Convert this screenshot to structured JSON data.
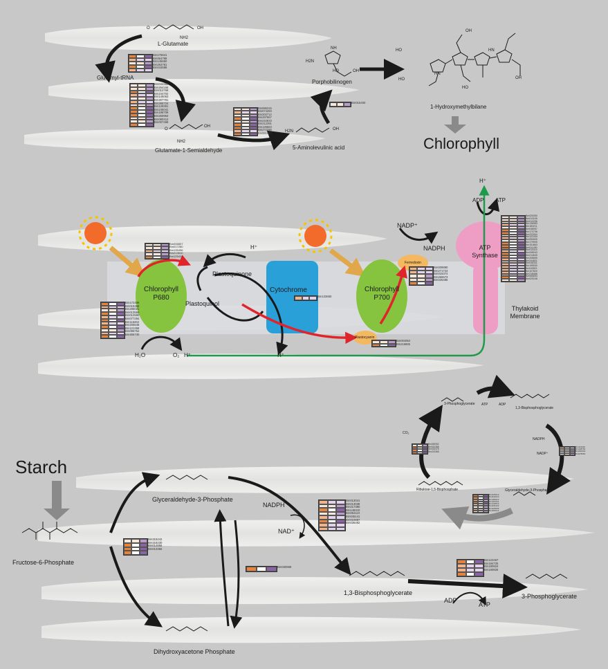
{
  "colors": {
    "background": "#c8c8c8",
    "leaf": "#e8e8e6",
    "membrane": "#d9dadf",
    "psii": "#86c440",
    "psi": "#86c440",
    "cytochrome": "#2aa0d9",
    "atp_synthase": "#ee9ec5",
    "sun": "#f26b2a",
    "sun_rays": "#f5c400",
    "light_arrow": "#e0a84a",
    "electron_path": "#e0242c",
    "proton_path": "#1f9a4a",
    "carrier": "#f4b860",
    "heat_high": "#e8833c",
    "heat_low": "#8c64a6"
  },
  "chlorophyll_pathway": {
    "l_glutamate": "L-Glutamate",
    "glutamyl_trna": "Glutamyl-tRNA",
    "glutamate_semialdehyde": "Glutamate-1-Semialdehyde",
    "aminolevulinic_acid": "5-Aminolevulinic acid",
    "porphobilinogen": "Porphobilinogen",
    "hydroxymethylbilane": "1-Hydroxymethylbilane",
    "product": "Chlorophyll",
    "nh2": "NH2",
    "oh": "OH",
    "o": "O",
    "ho": "HO",
    "h2n": "H2N",
    "nh": "NH",
    "hn": "HN"
  },
  "light_reactions": {
    "psii_label": "Chlorophyll\nP680",
    "psi_label": "Chlorophyll\nP700",
    "plastoquinone": "Plastoquinone",
    "plastoquinol": "Plastoquinol",
    "cytochrome": "Cytochrome",
    "ferredoxin": "Ferredoxin",
    "plastocyanin": "Plastocyanin",
    "nadp_plus": "NADP⁺",
    "nadph": "NADPH",
    "atp_synthase": "ATP\nSynthase",
    "adp": "ADP",
    "atp": "ATP",
    "h_plus": "H⁺",
    "h2o": "H₂O",
    "o2": "O₂",
    "thylakoid_membrane": "Thylakoid\nMembrane"
  },
  "calvin_cycle": {
    "three_pg": "3-Phosphoglycerate",
    "bpg": "1,3-Bisphosphoglycerate",
    "nadph": "NADPH",
    "nadp": "NADP⁺",
    "gap": "Glyceraldehyde-3-Phosphate",
    "rubp": "Ribulose-1,5-Bisphosphate",
    "co2": "CO₂",
    "atp": "ATP",
    "adp": "ADP"
  },
  "glycolysis": {
    "starch": "Starch",
    "f6p": "Fructose-6-Phosphate",
    "gap": "Glyceraldehyde-3-Phosphate",
    "dhap": "Dihydroxyacetone Phosphate",
    "bpg": "1,3-Bisphosphoglycerate",
    "three_pg": "3-Phosphoglycerate",
    "nadph": "NADPH",
    "nad": "NAD⁺",
    "adp": "ADP",
    "atp": "ATP"
  },
  "gene_groups": {
    "glutamate_trna": [
      "Bm175641",
      "Bm064788",
      "Bm145650",
      "Bm263781",
      "Bm043688"
    ],
    "trna_semialdehyde": [
      "Bm044368",
      "Bm264166",
      "Bm012768",
      "Bm244702",
      "Bm145063",
      "Bm307781",
      "Bm265724",
      "Bm129391",
      "Bm245041",
      "Bm198709",
      "Bm260953",
      "Bm080412",
      "Bm007468"
    ],
    "semialdehyde_ala": [
      "Bm086315",
      "Bm074283",
      "Bm202712",
      "Bm297967",
      "Bm242833",
      "Bm212391",
      "Bm126563",
      "Bm272290",
      "Bm061594"
    ],
    "ala_pbg": [
      "Bm015400"
    ],
    "psii": [
      "Bm006807",
      "Bm017280",
      "Bm135496",
      "Bm213610",
      "Bm125431"
    ],
    "psii_core": [
      "Bm172488",
      "Bm015368",
      "Bm286021",
      "Bm013565",
      "Bm012590",
      "Bm077284",
      "Bm116262",
      "Bm205648",
      "Bm121358",
      "Bm096754",
      "Bm306730"
    ],
    "cytochrome": [
      "Bm133650"
    ],
    "ferredoxin": [
      "Bm009890",
      "Bm271723",
      "Bm015374",
      "Bm266573",
      "Bm025486"
    ],
    "plastocyanin": [
      "Bm004053",
      "Bm216805"
    ],
    "atp_synthase": [
      "Bm026350",
      "Bm013245",
      "Bm012296",
      "Bm136983",
      "Bm183211",
      "Bm048057",
      "Bm173736",
      "Bm222004",
      "Bm122434",
      "Bm050605",
      "Bm179905",
      "Bm151863",
      "Bm011490",
      "Bm013119",
      "Bm098043",
      "Bm214649",
      "Bm208655",
      "Bm244821",
      "Bm046341",
      "Bm195530",
      "Bm040821",
      "Bm107820",
      "Bm218466",
      "Bm066694",
      "Bm025248"
    ],
    "calvin_co2": [
      "Bm030952",
      "Bm012358",
      "Bm015378",
      "Bm213368"
    ],
    "calvin_nadph": [
      "Bm119946",
      "Bm108750",
      "Bm260304",
      "Bm078950"
    ],
    "calvin_rubp": [
      "Bm025013",
      "Bm042010",
      "Bm180212",
      "Bm197641",
      "Bm133512",
      "Bm094422",
      "Bm226009",
      "Bm053214"
    ],
    "gap_bpg": [
      "Bm013041",
      "Bm013038",
      "Bm217380",
      "Bm148310",
      "Bm064110",
      "Bm045141",
      "Bm010887",
      "Bm036482"
    ],
    "f6p_gap": [
      "Bm315242",
      "Bm318230",
      "Bm014856",
      "Bm013355"
    ],
    "gap_dhap": [
      "Bm030869"
    ],
    "bpg_3pg": [
      "Bm123467",
      "Bm184725",
      "Bm180824",
      "Bm180825"
    ]
  }
}
